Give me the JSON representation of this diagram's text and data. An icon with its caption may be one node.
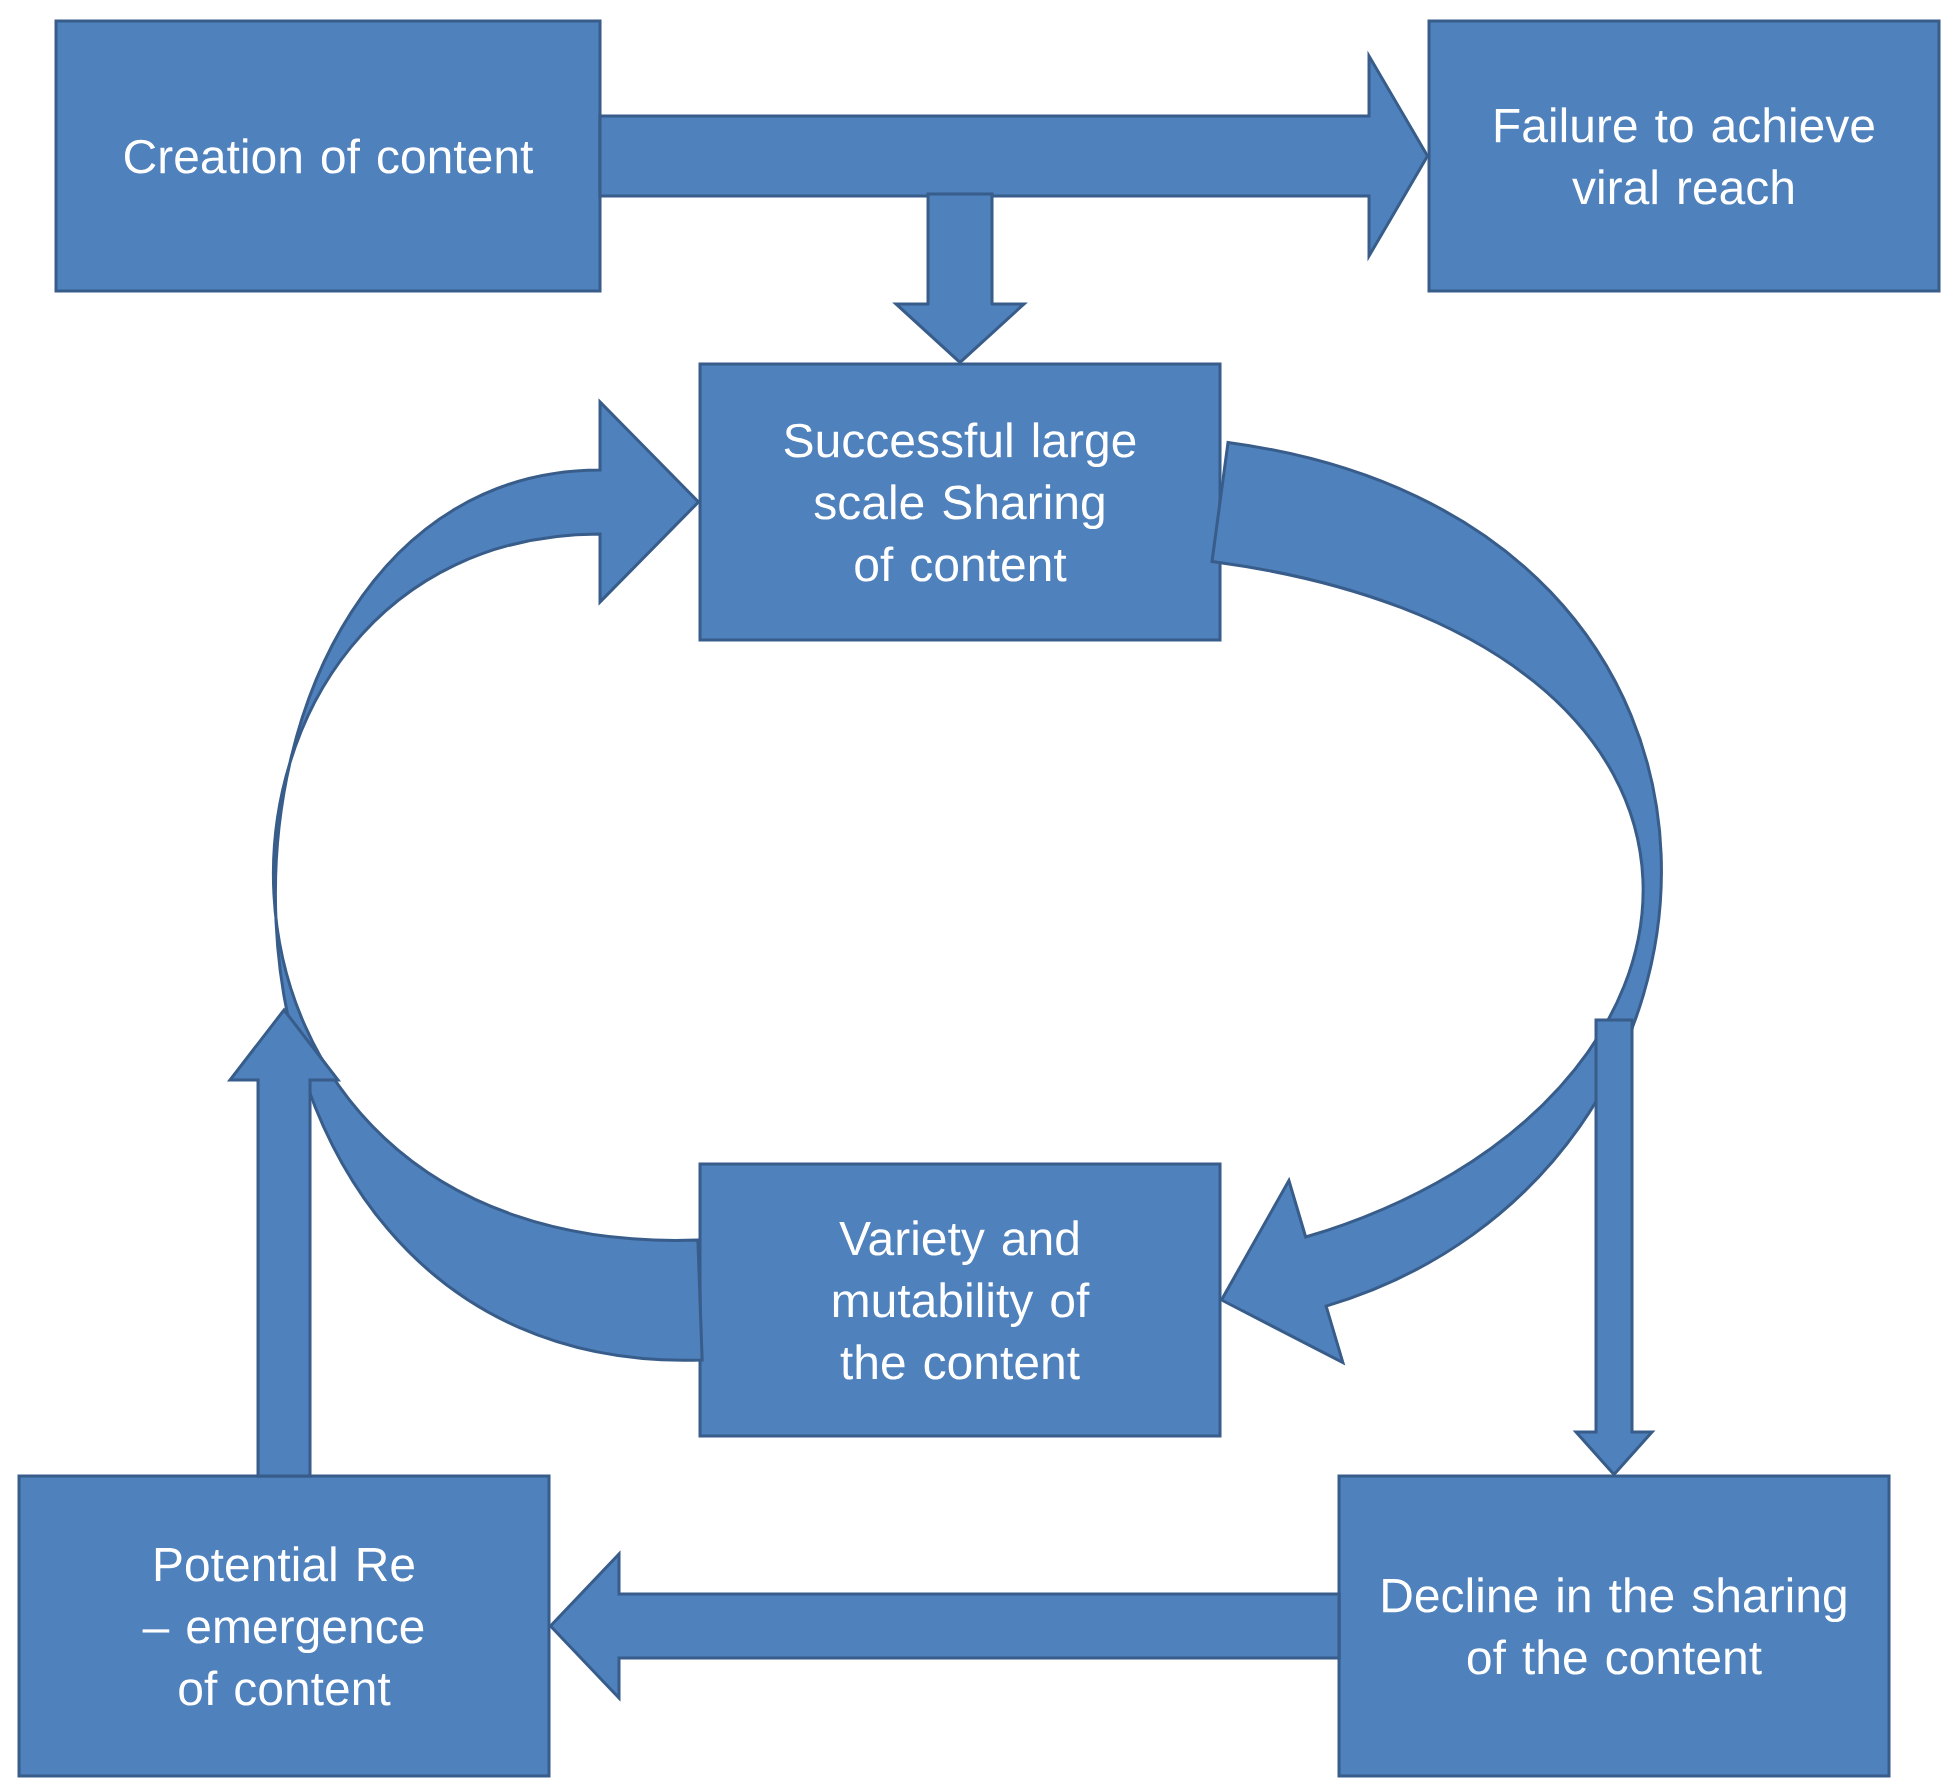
{
  "diagram": {
    "nodes": [
      {
        "text": [
          "Creation of content"
        ]
      },
      {
        "text": [
          "Failure to achieve viral reach"
        ]
      },
      {
        "text": [
          "Successful large scale Sharing of content"
        ]
      },
      {
        "text": [
          "Variety and mutability of the content"
        ]
      },
      {
        "text": [
          "Potential Re – emergence of content"
        ]
      },
      {
        "text": [
          "Decline in the sharing of the content"
        ]
      }
    ],
    "edges": [
      {
        "from": 0,
        "to": 1,
        "arrow": "to"
      },
      {
        "from": null,
        "to": 2,
        "arrow": "to"
      },
      {
        "from": 2,
        "to": 3,
        "arrow": "to"
      },
      {
        "from": 3,
        "to": 2,
        "arrow": "to"
      },
      {
        "from": null,
        "to": 5,
        "arrow": "to"
      },
      {
        "from": 5,
        "to": 4,
        "arrow": "to"
      },
      {
        "from": 4,
        "to": null,
        "arrow": "to"
      }
    ]
  }
}
